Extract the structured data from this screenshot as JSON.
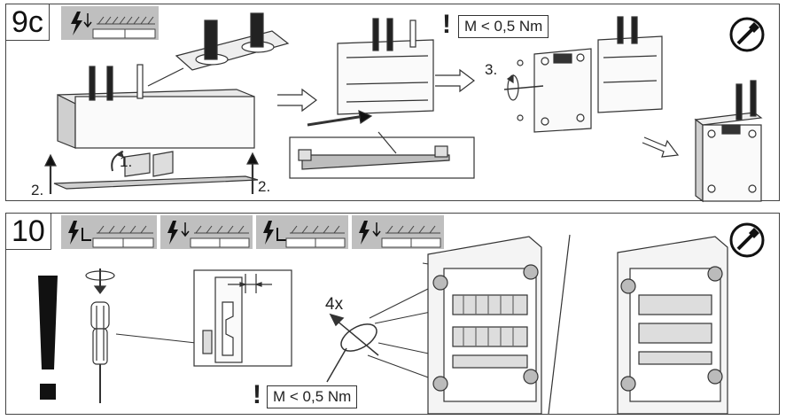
{
  "step_9c": {
    "label": "9c",
    "substeps": [
      "1.",
      "2.",
      "2.",
      "3."
    ],
    "torque": "M < 0,5 Nm"
  },
  "step_10": {
    "label": "10",
    "count": "4x",
    "torque": "M < 0,5 Nm"
  },
  "icons": {
    "warning": "exclamation-icon",
    "tool": "screwdriver-round-icon"
  },
  "colors": {
    "pill_bg": "#bfbfbf",
    "line": "#333333"
  }
}
